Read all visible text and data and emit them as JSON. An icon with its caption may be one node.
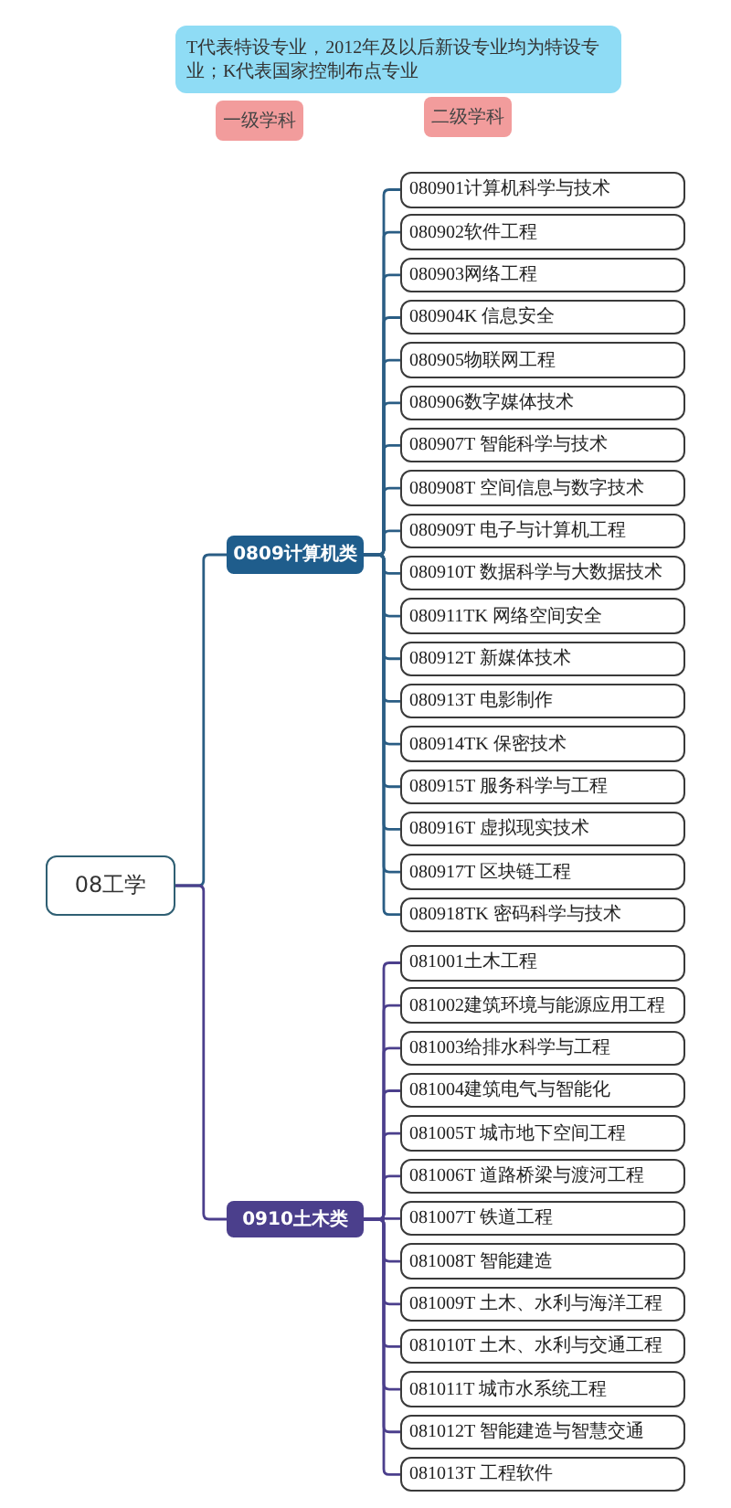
{
  "diagram": {
    "nodes": [
      {
        "text": [
          "T代表特设专业，2012年及以后新设专业均为特设专业；K代表国家控制布点专业"
        ]
      },
      {
        "text": [
          "一级学科"
        ]
      },
      {
        "text": [
          "二级学科"
        ]
      },
      {
        "text": [
          "08工学"
        ]
      },
      {
        "text": [
          "0809计算机类"
        ]
      },
      {
        "text": [
          "080901计算机科学与技术"
        ]
      },
      {
        "text": [
          "080902软件工程"
        ]
      },
      {
        "text": [
          "080903网络工程"
        ]
      },
      {
        "text": [
          "080904K 信息安全"
        ]
      },
      {
        "text": [
          "080905物联网工程"
        ]
      },
      {
        "text": [
          "080906数字媒体技术"
        ]
      },
      {
        "text": [
          "080907T 智能科学与技术"
        ]
      },
      {
        "text": [
          "080908T 空间信息与数字技术"
        ]
      },
      {
        "text": [
          "080909T 电子与计算机工程"
        ]
      },
      {
        "text": [
          "080910T 数据科学与大数据技术"
        ]
      },
      {
        "text": [
          "080911TK 网络空间安全"
        ]
      },
      {
        "text": [
          "080912T 新媒体技术"
        ]
      },
      {
        "text": [
          "080913T 电影制作"
        ]
      },
      {
        "text": [
          "080914TK 保密技术"
        ]
      },
      {
        "text": [
          "080915T 服务科学与工程"
        ]
      },
      {
        "text": [
          "080916T 虚拟现实技术"
        ]
      },
      {
        "text": [
          "080917T 区块链工程"
        ]
      },
      {
        "text": [
          "080918TK 密码科学与技术"
        ]
      },
      {
        "text": [
          "0910土木类"
        ]
      },
      {
        "text": [
          "081001土木工程"
        ]
      },
      {
        "text": [
          "081002建筑环境与能源应用工程"
        ]
      },
      {
        "text": [
          "081003给排水科学与工程"
        ]
      },
      {
        "text": [
          "081004建筑电气与智能化"
        ]
      },
      {
        "text": [
          "081005T 城市地下空间工程"
        ]
      },
      {
        "text": [
          "081006T 道路桥梁与渡河工程"
        ]
      },
      {
        "text": [
          "081007T 铁道工程"
        ]
      },
      {
        "text": [
          "081008T 智能建造"
        ]
      },
      {
        "text": [
          "081009T 土木、水利与海洋工程"
        ]
      },
      {
        "text": [
          "081010T 土木、水利与交通工程"
        ]
      },
      {
        "text": [
          "081011T 城市水系统工程"
        ]
      },
      {
        "text": [
          "081012T 智能建造与智慧交通"
        ]
      },
      {
        "text": [
          "081013T 工程软件"
        ]
      }
    ],
    "edges": [
      {
        "from": 3,
        "to": 4,
        "arrow": "none"
      },
      {
        "from": 3,
        "to": 23,
        "arrow": "none",
        "color": "#4b3f8c"
      },
      {
        "from": 4,
        "to": 5,
        "arrow": "none"
      },
      {
        "from": 4,
        "to": 6,
        "arrow": "none"
      },
      {
        "from": 4,
        "to": 7,
        "arrow": "none"
      },
      {
        "from": 4,
        "to": 8,
        "arrow": "none"
      },
      {
        "from": 4,
        "to": 9,
        "arrow": "none"
      },
      {
        "from": 4,
        "to": 10,
        "arrow": "none"
      },
      {
        "from": 4,
        "to": 11,
        "arrow": "none"
      },
      {
        "from": 4,
        "to": 12,
        "arrow": "none"
      },
      {
        "from": 4,
        "to": 13,
        "arrow": "none"
      },
      {
        "from": 4,
        "to": 14,
        "arrow": "none"
      },
      {
        "from": 4,
        "to": 15,
        "arrow": "none"
      },
      {
        "from": 4,
        "to": 16,
        "arrow": "none"
      },
      {
        "from": 4,
        "to": 17,
        "arrow": "none"
      },
      {
        "from": 4,
        "to": 18,
        "arrow": "none"
      },
      {
        "from": 4,
        "to": 19,
        "arrow": "none"
      },
      {
        "from": 4,
        "to": 20,
        "arrow": "none"
      },
      {
        "from": 4,
        "to": 21,
        "arrow": "none"
      },
      {
        "from": 4,
        "to": 22,
        "arrow": "none"
      },
      {
        "from": 23,
        "to": 24,
        "arrow": "none",
        "color": "#4b3f8c"
      },
      {
        "from": 23,
        "to": 25,
        "arrow": "none",
        "color": "#4b3f8c"
      },
      {
        "from": 23,
        "to": 26,
        "arrow": "none",
        "color": "#4b3f8c"
      },
      {
        "from": 23,
        "to": 27,
        "arrow": "none",
        "color": "#4b3f8c"
      },
      {
        "from": 23,
        "to": 28,
        "arrow": "none",
        "color": "#4b3f8c"
      },
      {
        "from": 23,
        "to": 29,
        "arrow": "none",
        "color": "#4b3f8c"
      },
      {
        "from": 23,
        "to": 30,
        "arrow": "none",
        "color": "#4b3f8c"
      },
      {
        "from": 23,
        "to": 31,
        "arrow": "none",
        "color": "#4b3f8c"
      },
      {
        "from": 23,
        "to": 32,
        "arrow": "none",
        "color": "#4b3f8c"
      },
      {
        "from": 23,
        "to": 33,
        "arrow": "none",
        "color": "#4b3f8c"
      },
      {
        "from": 23,
        "to": 34,
        "arrow": "none",
        "color": "#4b3f8c"
      },
      {
        "from": 23,
        "to": 35,
        "arrow": "none",
        "color": "#4b3f8c"
      },
      {
        "from": 23,
        "to": 36,
        "arrow": "none",
        "color": "#4b3f8c"
      }
    ]
  }
}
